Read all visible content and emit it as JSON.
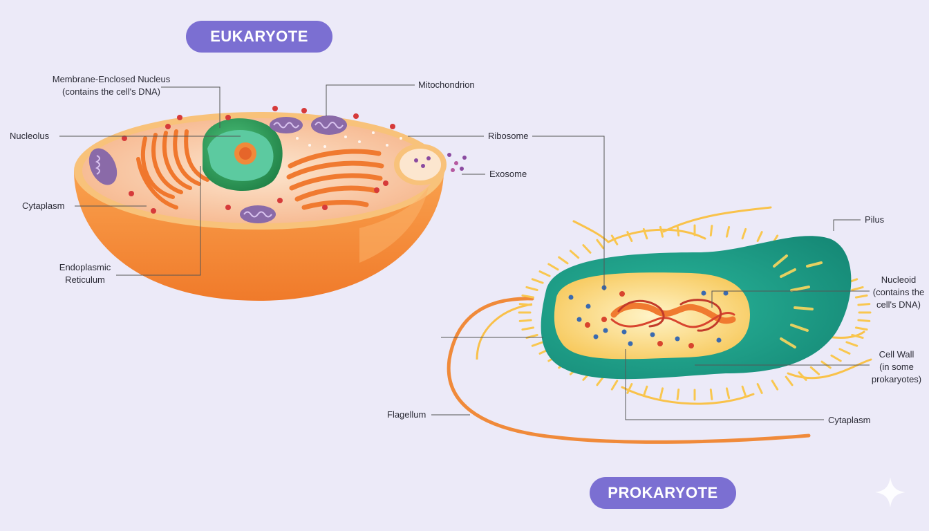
{
  "colors": {
    "background": "#eceaf8",
    "pill": "#7b6fd2",
    "cell_orange": "#f48c3a",
    "nucleus_green": "#2f9e5a",
    "bacterium_teal": "#1e9a86",
    "cytoplasm_yellow": "#fbe3a0",
    "dna_red": "#d8442e",
    "mito_purple": "#8a6aa8",
    "leader_line": "#555555"
  },
  "headings": {
    "eukaryote": "EUKARYOTE",
    "prokaryote": "PROKARYOTE"
  },
  "eukaryote_labels": {
    "nucleus_line1": "Membrane-Enclosed Nucleus",
    "nucleus_line2": "(contains the cell's DNA)",
    "nucleolus": "Nucleolus",
    "cytoplasm": "Cytaplasm",
    "er_line1": "Endoplasmic",
    "er_line2": "Reticulum",
    "mitochondrion": "Mitochondrion",
    "ribosome": "Ribosome",
    "exosome": "Exosome"
  },
  "prokaryote_labels": {
    "pilus": "Pilus",
    "nucleoid_line1": "Nucleoid",
    "nucleoid_line2": "(contains the",
    "nucleoid_line3": "cell's DNA)",
    "cellwall_line1": "Cell Wall",
    "cellwall_line2": "(in some",
    "cellwall_line3": "prokaryotes)",
    "cytoplasm": "Cytaplasm",
    "flagellum": "Flagellum"
  },
  "icons": {
    "corner": "sparkle-icon"
  }
}
